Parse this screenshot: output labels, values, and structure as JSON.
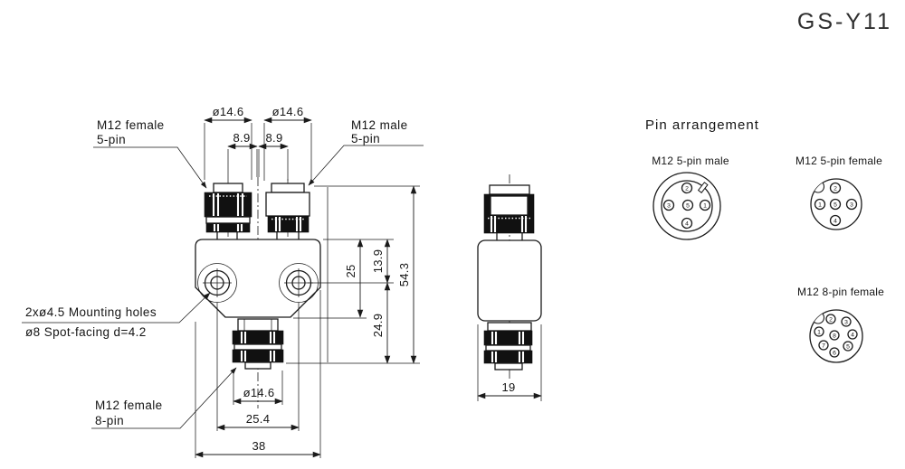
{
  "title": "GS-Y11",
  "colors": {
    "ink": "#1a1a1a",
    "background": "#ffffff"
  },
  "labels": {
    "female5": {
      "line1": "M12 female",
      "line2": "5-pin"
    },
    "male5": {
      "line1": "M12 male",
      "line2": "5-pin"
    },
    "mounting": {
      "line1": "2xø4.5 Mounting holes",
      "line2": "ø8 Spot-facing d=4.2"
    },
    "female8": {
      "line1": "M12 female",
      "line2": "8-pin"
    }
  },
  "dimensions": {
    "dia_top_left": "ø14.6",
    "dia_top_right": "ø14.6",
    "offset_left": "8.9",
    "offset_right": "8.9",
    "body_height": "25",
    "top_to_hole": "13.9",
    "hole_to_bottom": "24.9",
    "overall_height": "54.3",
    "dia_bottom": "ø14.6",
    "hole_spacing": "25.4",
    "body_width": "38",
    "side_width": "19"
  },
  "pin_arrangement": {
    "heading": "Pin arrangement",
    "male5": {
      "label": "M12 5-pin male",
      "p1": "1",
      "p2": "2",
      "p3": "3",
      "p4": "4",
      "p5": "5"
    },
    "female5": {
      "label": "M12 5-pin female",
      "p1": "1",
      "p2": "2",
      "p3": "3",
      "p4": "4",
      "p5": "5"
    },
    "female8": {
      "label": "M12 8-pin female",
      "p1": "1",
      "p2": "2",
      "p3": "3",
      "p4": "4",
      "p5": "5",
      "p6": "6",
      "p7": "7",
      "p8": "8"
    }
  }
}
